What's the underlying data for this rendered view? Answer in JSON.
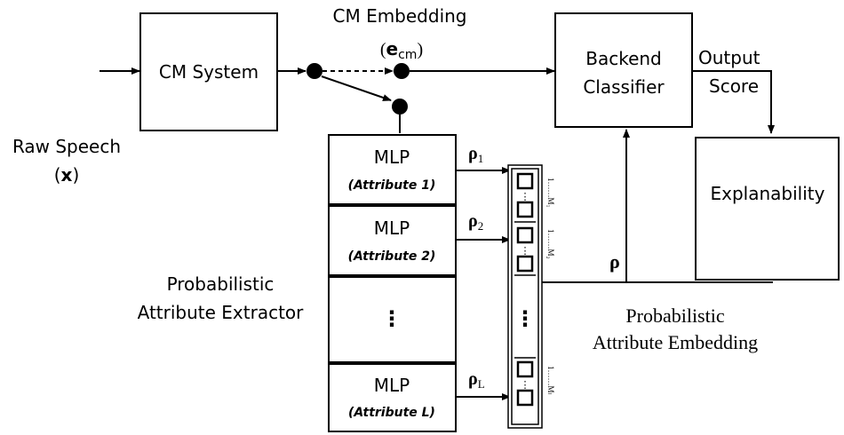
{
  "input": {
    "label": "Raw Speech",
    "symbol": "(x)",
    "symbol_letter": "x"
  },
  "cm_system": {
    "label": "CM System"
  },
  "cm_embedding": {
    "label": "CM Embedding",
    "symbol": "(e",
    "symbol_sub": "cm",
    "symbol_close": ")"
  },
  "backend": {
    "line1": "Backend",
    "line2": "Classifier"
  },
  "output": {
    "line1": "Output",
    "line2": "Score"
  },
  "explainability": {
    "label": "Explanability"
  },
  "extractor": {
    "label_line1": "Probabilistic",
    "label_line2": "Attribute Extractor",
    "mlps": [
      {
        "title": "MLP",
        "attr": "(Attribute 1)"
      },
      {
        "title": "MLP",
        "attr": "(Attribute 2)"
      },
      {
        "title": "MLP",
        "attr": "(Attribute L)"
      }
    ],
    "ellipsis": "⋮"
  },
  "rho": {
    "main": "ρ",
    "items": [
      {
        "symbol": "ρ",
        "sub": "1",
        "range": "1……M₁"
      },
      {
        "symbol": "ρ",
        "sub": "2",
        "range": "1……M₂"
      },
      {
        "symbol": "ρ",
        "sub": "L",
        "range": "1……Mₗ"
      }
    ],
    "ellipsis": "⋮"
  },
  "embedding": {
    "line1": "Probabilistic",
    "line2": "Attribute Embedding"
  }
}
